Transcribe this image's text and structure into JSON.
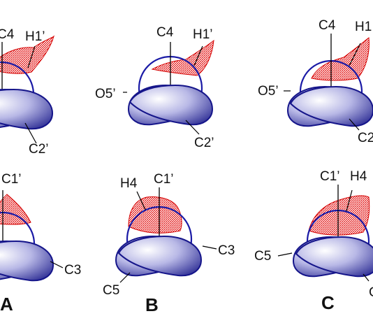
{
  "panels": [
    {
      "id": "A",
      "label": "A",
      "top": {
        "atom_front_up": "C4",
        "atom_right_up": "H1’",
        "atom_left": "",
        "atom_bottom": "C2’"
      },
      "bottom": {
        "atom_front_up": "C1’",
        "atom_right_up": "",
        "atom_left": "",
        "atom_bottom": "C3"
      }
    },
    {
      "id": "B",
      "label": "B",
      "top": {
        "atom_front_up": "C4",
        "atom_right_up": "H1’",
        "atom_left": "O5’",
        "atom_bottom": "C2’"
      },
      "bottom": {
        "atom_front_up": "C1’",
        "atom_left_up": "H4",
        "atom_right": "C3",
        "atom_bottom_left": "C5"
      }
    },
    {
      "id": "C",
      "label": "C",
      "top": {
        "atom_front_up": "C4",
        "atom_right_up": "H1",
        "atom_left": "O5’",
        "atom_bottom": "C2"
      },
      "bottom": {
        "atom_front_up": "C1’",
        "atom_right_up": "H4",
        "atom_left": "C5",
        "atom_bottom": "C"
      }
    }
  ],
  "colors": {
    "ring": "#1a1aa6",
    "lobe_dark": "#1f1f8f",
    "lobe_light": "#ffffff",
    "density": "#e00000"
  }
}
